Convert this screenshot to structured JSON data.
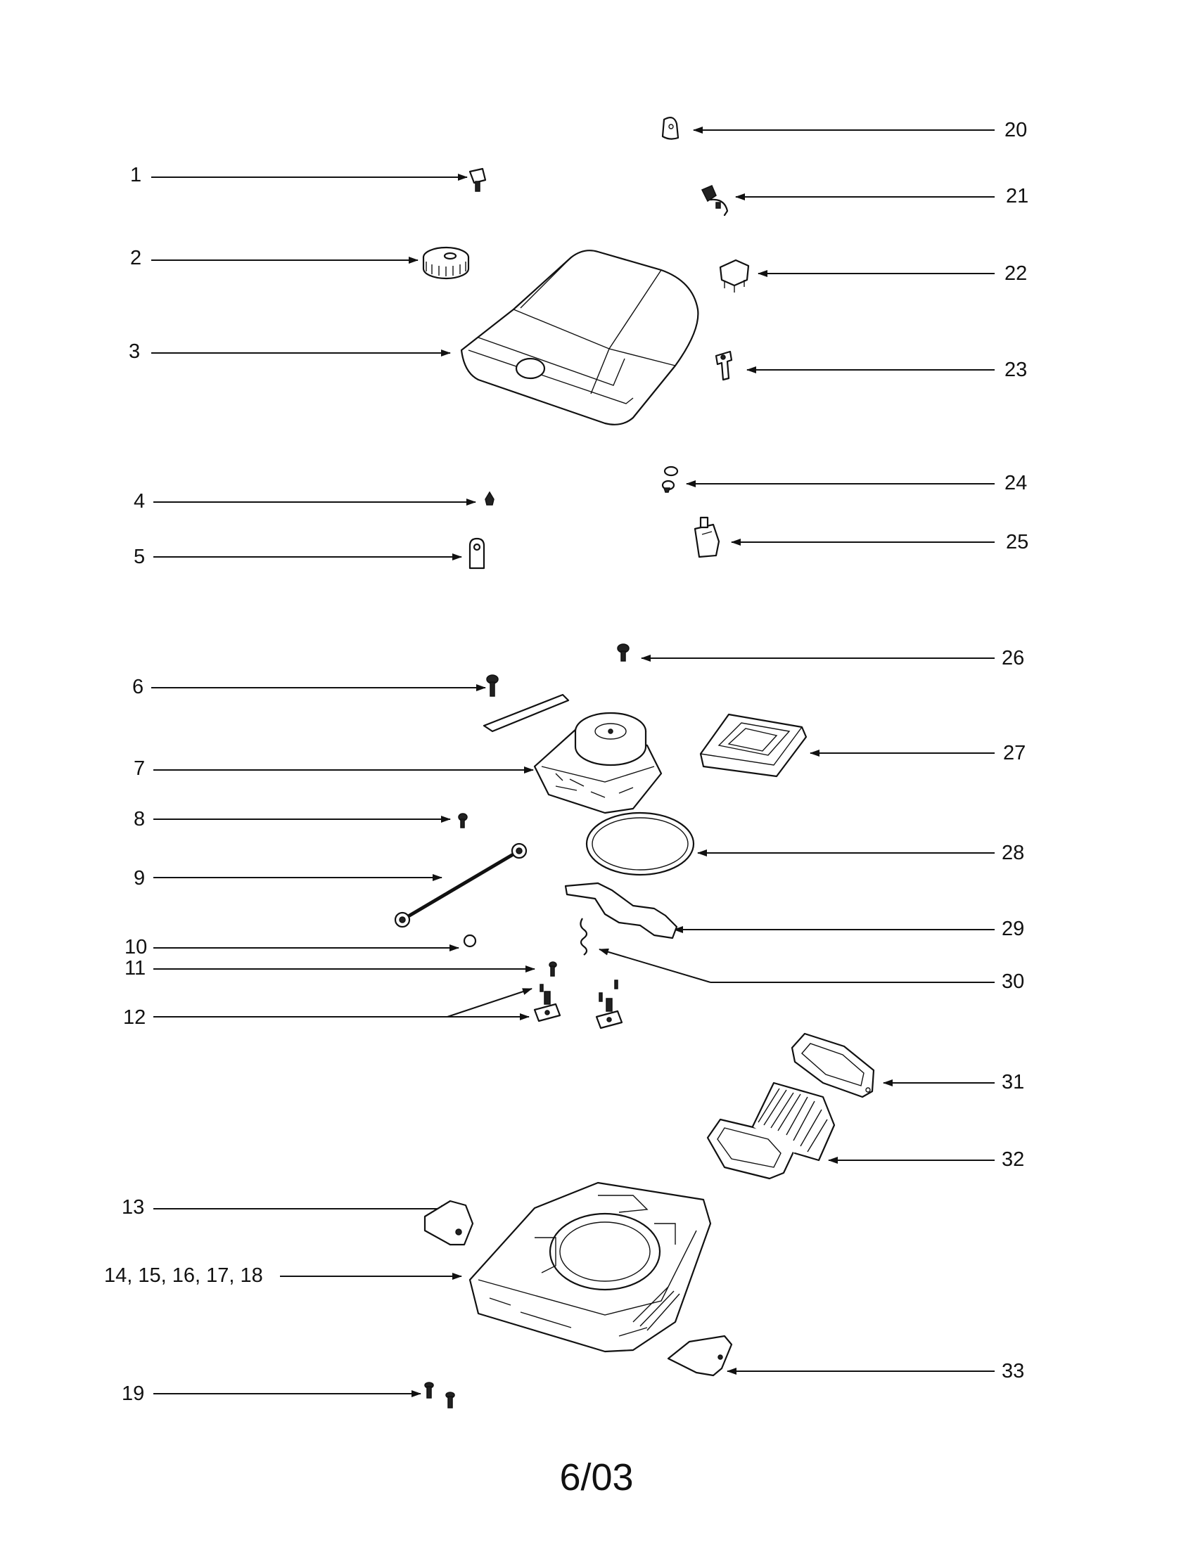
{
  "callouts": {
    "c1": "1",
    "c2": "2",
    "c3": "3",
    "c4": "4",
    "c5": "5",
    "c6": "6",
    "c7": "7",
    "c8": "8",
    "c9": "9",
    "c10": "10",
    "c11": "11",
    "c12": "12",
    "c13": "13",
    "c14": "14, 15, 16, 17, 18",
    "c19": "19",
    "c20": "20",
    "c21": "21",
    "c22": "22",
    "c23": "23",
    "c24": "24",
    "c25": "25",
    "c26": "26",
    "c27": "27",
    "c28": "28",
    "c29": "29",
    "c30": "30",
    "c31": "31",
    "c32": "32",
    "c33": "33"
  },
  "footer": {
    "date_code": "6/03"
  }
}
